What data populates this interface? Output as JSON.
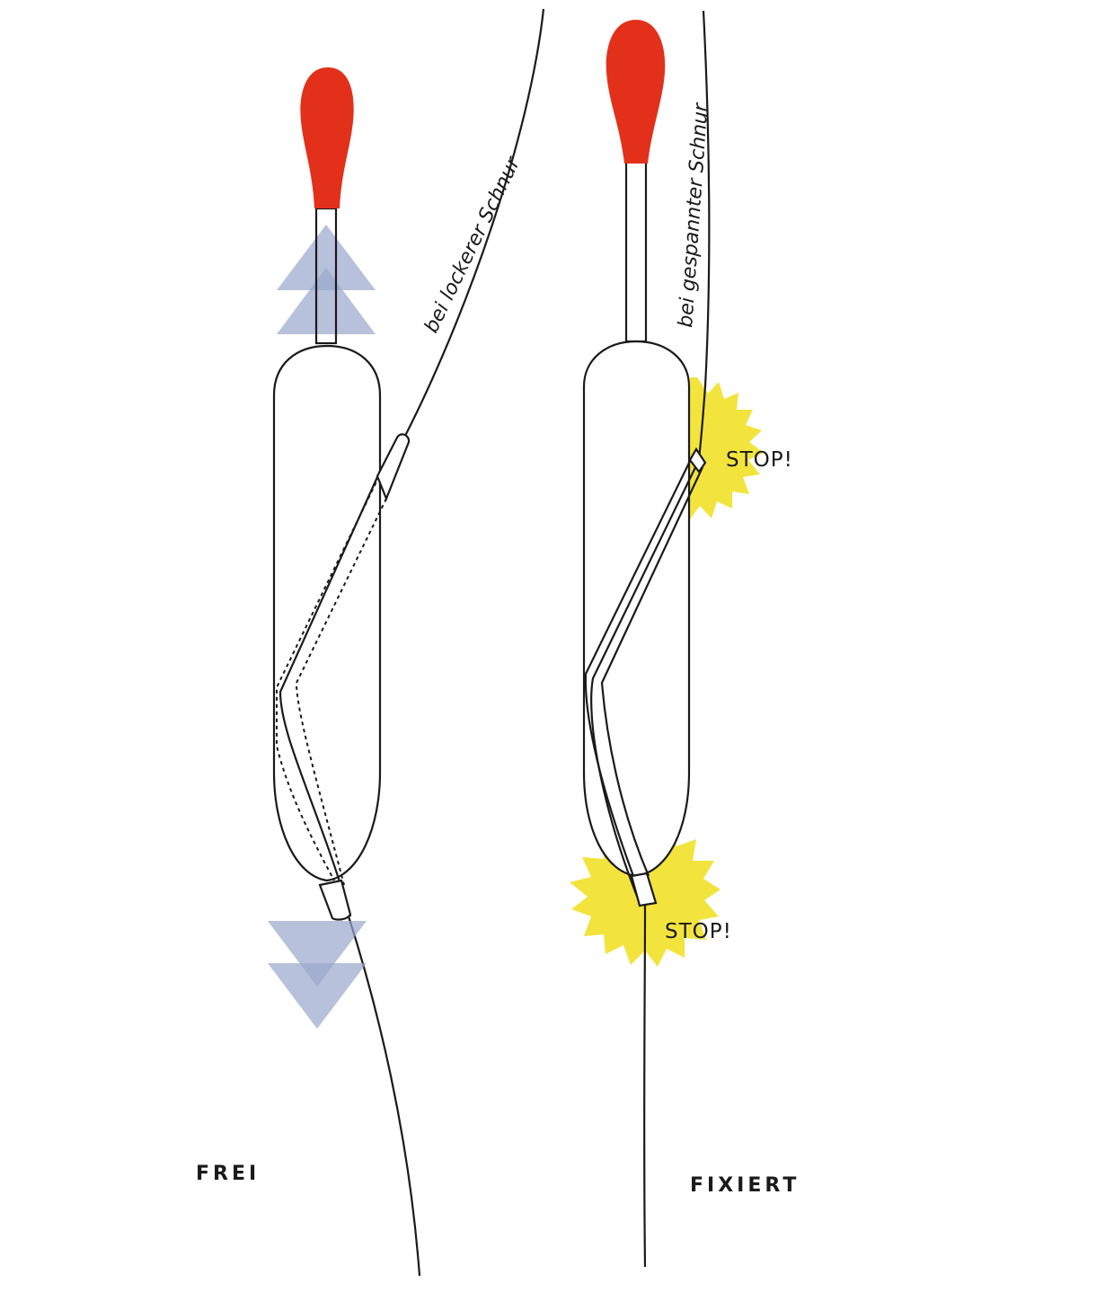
{
  "labels": {
    "left_line": "bei lockerer Schnur",
    "right_line": "bei gespannter Schnur",
    "stop_top": "STOP!",
    "stop_bottom": "STOP!",
    "left_mode": "FREI",
    "right_mode": "FIXIERT"
  },
  "colors": {
    "tip": "#e3301a",
    "arrow": "#9aa7cc",
    "starburst": "#f2e43c",
    "outline": "#1a1a1a"
  }
}
